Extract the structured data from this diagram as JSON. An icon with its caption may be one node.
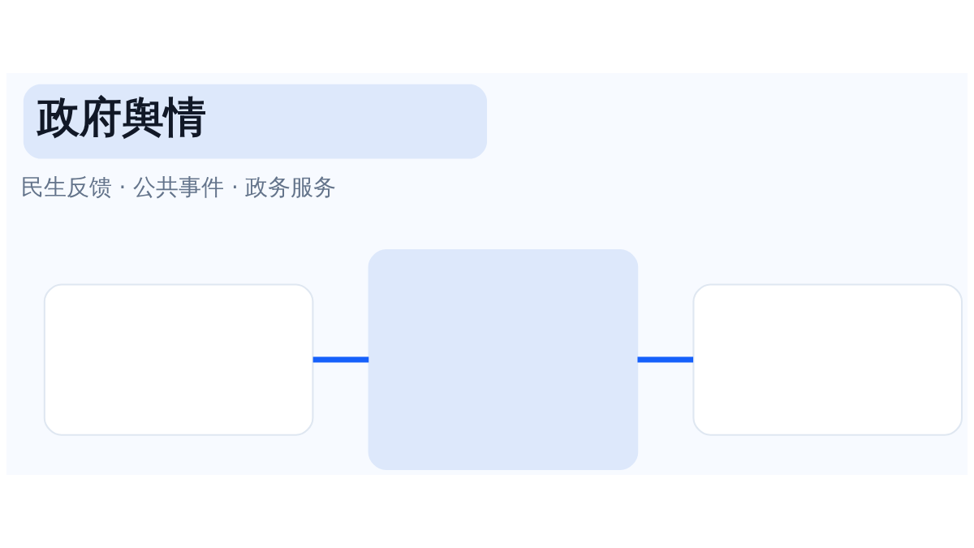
{
  "diagram": {
    "title": "政府舆情",
    "nodes": [
      {
        "text": [],
        "shape": "box"
      },
      {
        "text": [],
        "shape": "box"
      },
      {
        "text": [],
        "shape": "box"
      }
    ],
    "edges": [
      {
        "from": 0,
        "to": 1,
        "arrow": "none"
      },
      {
        "from": 1,
        "to": 2,
        "arrow": "none"
      }
    ],
    "labels": [
      "民生反馈 · 公共事件 · 政务服务"
    ]
  }
}
